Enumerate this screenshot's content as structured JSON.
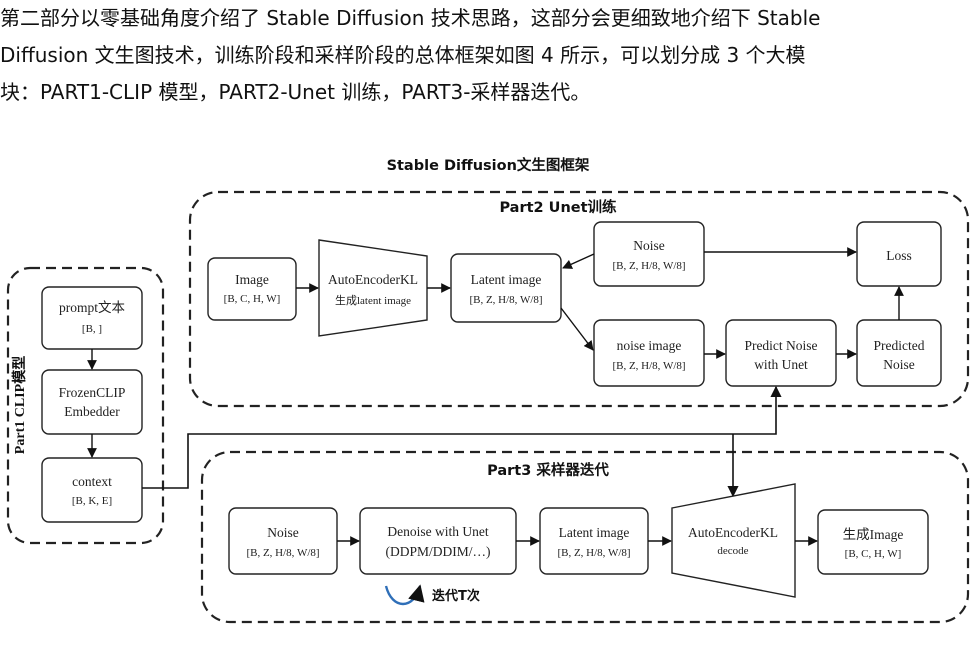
{
  "intro": {
    "line1": "第二部分以零基础角度介绍了 Stable Diffusion 技术思路，这部分会更细致地介绍下 Stable",
    "line2": "Diffusion 文生图技术，训练阶段和采样阶段的总体框架如图 4 所示，可以划分成 3 个大模",
    "line3": "块：PART1-CLIP 模型，PART2-Unet 训练，PART3-采样器迭代。"
  },
  "diagram": {
    "title": "Stable Diffusion文生图框架",
    "part1": {
      "title": "Part1 CLIP模型",
      "prompt": {
        "label": "prompt文本",
        "sub": "[B, ]"
      },
      "frozen": {
        "line1": "FrozenCLIP",
        "line2": "Embedder"
      },
      "context": {
        "label": "context",
        "sub": "[B, K, E]"
      }
    },
    "part2": {
      "title": "Part2 Unet训练",
      "image": {
        "label": "Image",
        "sub": "[B, C, H, W]"
      },
      "encoder": {
        "label": "AutoEncoderKL",
        "sub": "生成latent image"
      },
      "latent": {
        "label": "Latent image",
        "sub": "[B, Z, H/8, W/8]"
      },
      "noise": {
        "label": "Noise",
        "sub": "[B, Z, H/8, W/8]"
      },
      "noise_image": {
        "label": "noise image",
        "sub": "[B, Z, H/8, W/8]"
      },
      "predict": {
        "line1": "Predict Noise",
        "line2": "with Unet"
      },
      "predicted": {
        "line1": "Predicted",
        "line2": "Noise"
      },
      "loss": {
        "label": "Loss"
      }
    },
    "part3": {
      "title": "Part3 采样器迭代",
      "noise": {
        "label": "Noise",
        "sub": "[B, Z, H/8, W/8]"
      },
      "denoise": {
        "line1": "Denoise with Unet",
        "line2": "(DDPM/DDIM/…)"
      },
      "latent": {
        "label": "Latent image",
        "sub": "[B, Z, H/8, W/8]"
      },
      "decoder": {
        "label": "AutoEncoderKL",
        "sub": "decode"
      },
      "output": {
        "label": "生成Image",
        "sub": "[B, C, H, W]"
      },
      "iterate": "迭代T次"
    }
  }
}
